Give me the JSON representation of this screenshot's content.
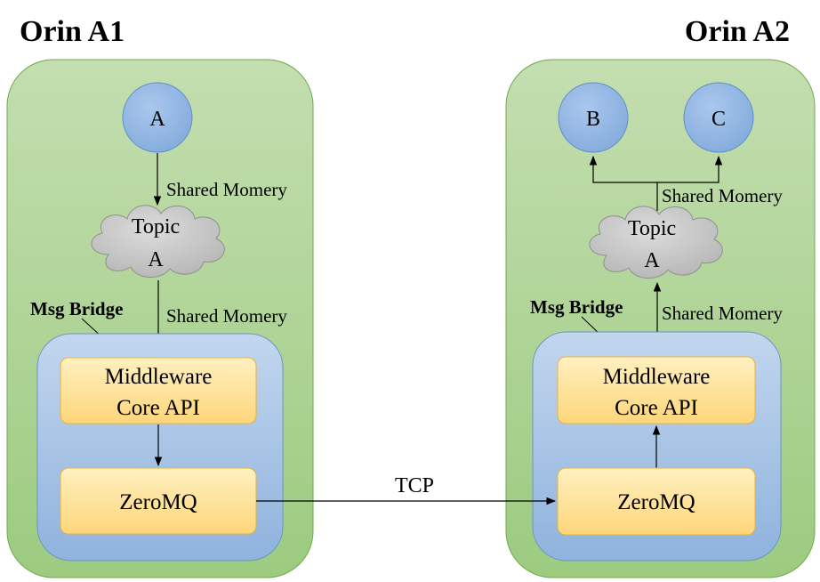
{
  "hosts": [
    {
      "title": "Orin A1",
      "bridge_label": "Msg Bridge",
      "nodes": [
        "A"
      ],
      "topic": {
        "line1": "Topic",
        "line2": "A"
      },
      "edge_labels": [
        "Shared Momery",
        "Shared Momery"
      ],
      "middleware": {
        "line1": "Middleware",
        "line2": "Core API"
      },
      "zeromq": "ZeroMQ"
    },
    {
      "title": "Orin A2",
      "bridge_label": "Msg Bridge",
      "nodes": [
        "B",
        "C"
      ],
      "topic": {
        "line1": "Topic",
        "line2": "A"
      },
      "edge_labels": [
        "Shared Momery",
        "Shared Momery"
      ],
      "middleware": {
        "line1": "Middleware",
        "line2": "Core API"
      },
      "zeromq": "ZeroMQ"
    }
  ],
  "link_label": "TCP",
  "colors": {
    "host_fill_top": "#c4deb0",
    "host_fill_bottom": "#9ccb80",
    "host_stroke": "#6faa4c",
    "bridge_fill_top": "#c2d6ee",
    "bridge_fill_bottom": "#8fb3dd",
    "bridge_stroke": "#6a93c8",
    "box_fill_top": "#fff0c0",
    "box_fill_bottom": "#fed67a",
    "box_stroke": "#e9b23c",
    "node_fill": "#8fb5e3",
    "node_stroke": "#5f8fcb",
    "cloud_fill": "#bdbdbd",
    "cloud_stroke": "#8f8f8f"
  }
}
